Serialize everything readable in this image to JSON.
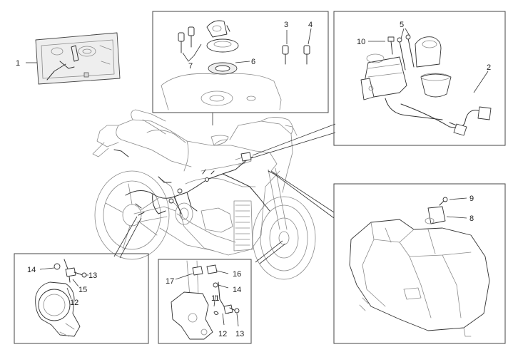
{
  "callouts": {
    "c1": "1",
    "c2": "2",
    "c3": "3",
    "c4": "4",
    "c5": "5",
    "c6": "6",
    "c7": "7",
    "c8": "8",
    "c9": "9",
    "c10": "10",
    "c11": "11",
    "c12a": "12",
    "c12b": "12",
    "c13a": "13",
    "c13b": "13",
    "c14a": "14",
    "c14b": "14",
    "c15": "15",
    "c16": "16",
    "c17": "17"
  }
}
